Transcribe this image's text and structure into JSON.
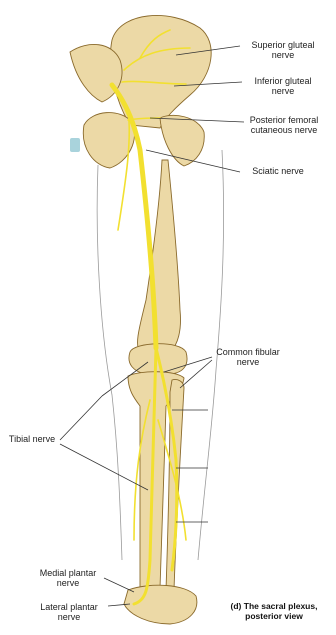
{
  "figure": {
    "caption": "(d) The sacral plexus,\nposterior view",
    "colors": {
      "bone": "#ecd9a6",
      "bone_shadow": "#c9a866",
      "bone_outline": "#8a6a2c",
      "nerve": "#f2e030",
      "nerve_outline": "#b39a10",
      "leader": "#333333",
      "skin": "#9a9a9a",
      "cartilage": "#a9d3dc"
    }
  },
  "labels": {
    "superior_gluteal": "Superior gluteal\nnerve",
    "inferior_gluteal": "Inferior gluteal\nnerve",
    "posterior_femoral": "Posterior femoral\ncutaneous nerve",
    "sciatic": "Sciatic nerve",
    "common_fibular": "Common fibular\nnerve",
    "tibial": "Tibial nerve",
    "medial_plantar": "Medial plantar\nnerve",
    "lateral_plantar": "Lateral plantar\nnerve"
  }
}
